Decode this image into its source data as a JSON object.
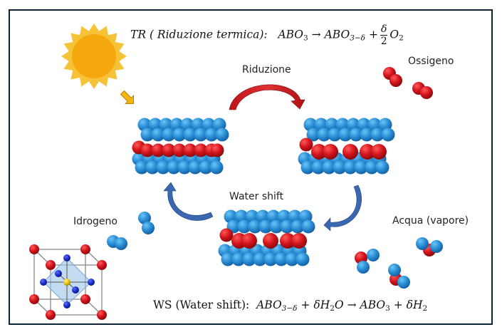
{
  "diagram": {
    "title_equation": {
      "prefix": "TR",
      "name": "( Riduzione termica):",
      "reactant": "ABO",
      "reactant_sub": "3",
      "arrow": "→",
      "product1": "ABO",
      "product1_sub": "3−δ",
      "plus": "+",
      "frac_num": "δ",
      "frac_den": "2",
      "product2": "O",
      "product2_sub": "2"
    },
    "bottom_equation": {
      "name": "WS (Water shift):",
      "reactant1": "ABO",
      "reactant1_sub": "3−δ",
      "plus1": "+",
      "reactant2": "δH",
      "reactant2_sub": "2",
      "reactant2_tail": "O",
      "arrow": "→",
      "product1": "ABO",
      "product1_sub": "3",
      "plus2": "+",
      "product2": "δH",
      "product2_sub": "2"
    },
    "labels": {
      "reduction": "Riduzione",
      "water_shift": "Water shift",
      "oxygen": "Ossigeno",
      "hydrogen": "Idrogeno",
      "water": "Acqua (vapore)"
    },
    "icons": {
      "sun": "sun-icon",
      "small_arrow": "arrow-down-right-icon",
      "reduction_arrow": "curved-arrow-red-icon",
      "cycle_arrow_left": "curved-arrow-blue-icon",
      "cycle_arrow_right": "curved-arrow-blue-icon",
      "perovskite": "perovskite-unit-cell-icon"
    },
    "colors": {
      "frame": "#0d2438",
      "oxide_blue": "#2a8fd6",
      "oxygen_red": "#d4151c",
      "sun_outer": "#f6c338",
      "sun_inner": "#f5a80e",
      "arrow_blue": "#3a67b0",
      "arrow_red": "#cc1a1a",
      "atom_yellow": "#e8c21b",
      "atom_navy": "#1a2ecc"
    }
  }
}
